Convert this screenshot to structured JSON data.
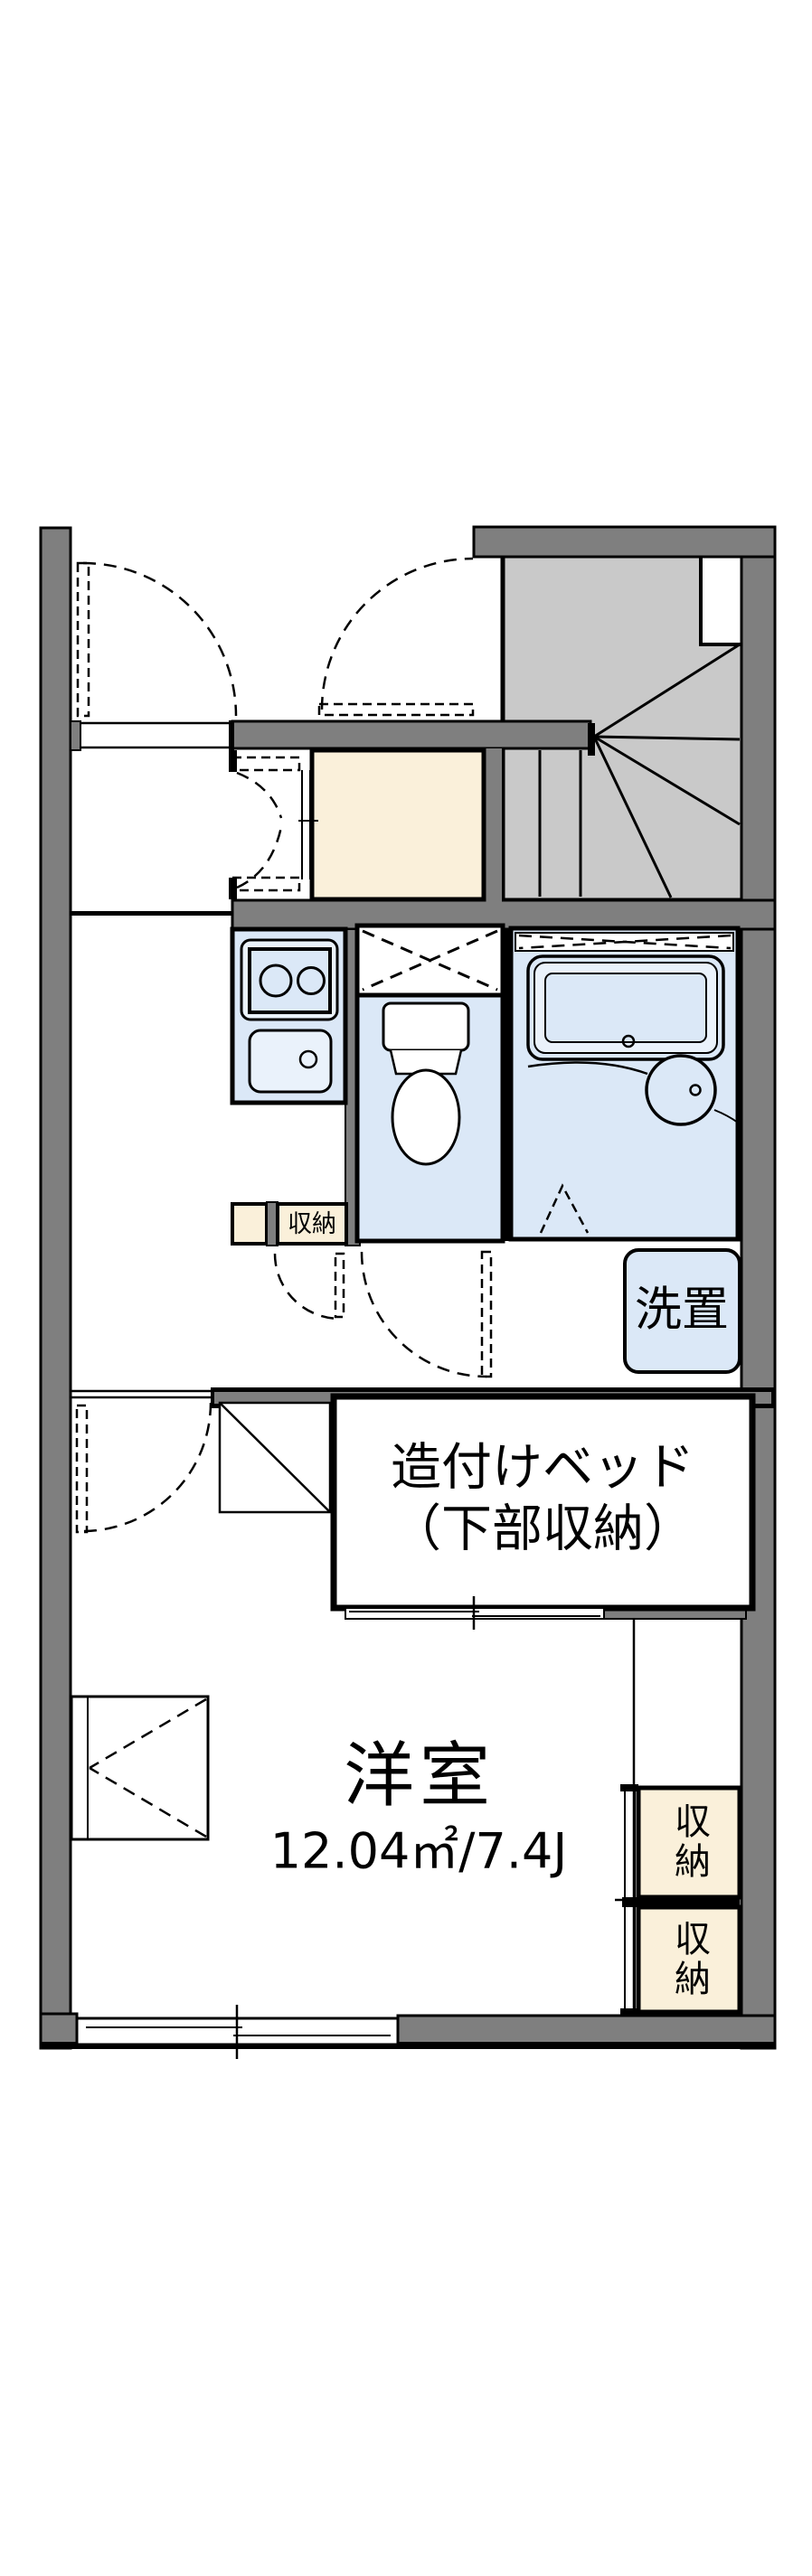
{
  "labels": {
    "room": "洋室",
    "area": "12.04㎡/7.4J",
    "bed_line1": "造付けベッド",
    "bed_line2": "（下部収納）",
    "washer": "洗置",
    "hall_storage": "収納",
    "storage_upper": "収納",
    "storage_lower": "収納"
  },
  "colors": {
    "wall": "#7f7f7f",
    "stair": "#c9c9c9",
    "fixture": "#dbe8f7",
    "fixture_light": "#eaf2fb",
    "cream": "#faf0da",
    "line": "#000000",
    "background": "#ffffff"
  }
}
